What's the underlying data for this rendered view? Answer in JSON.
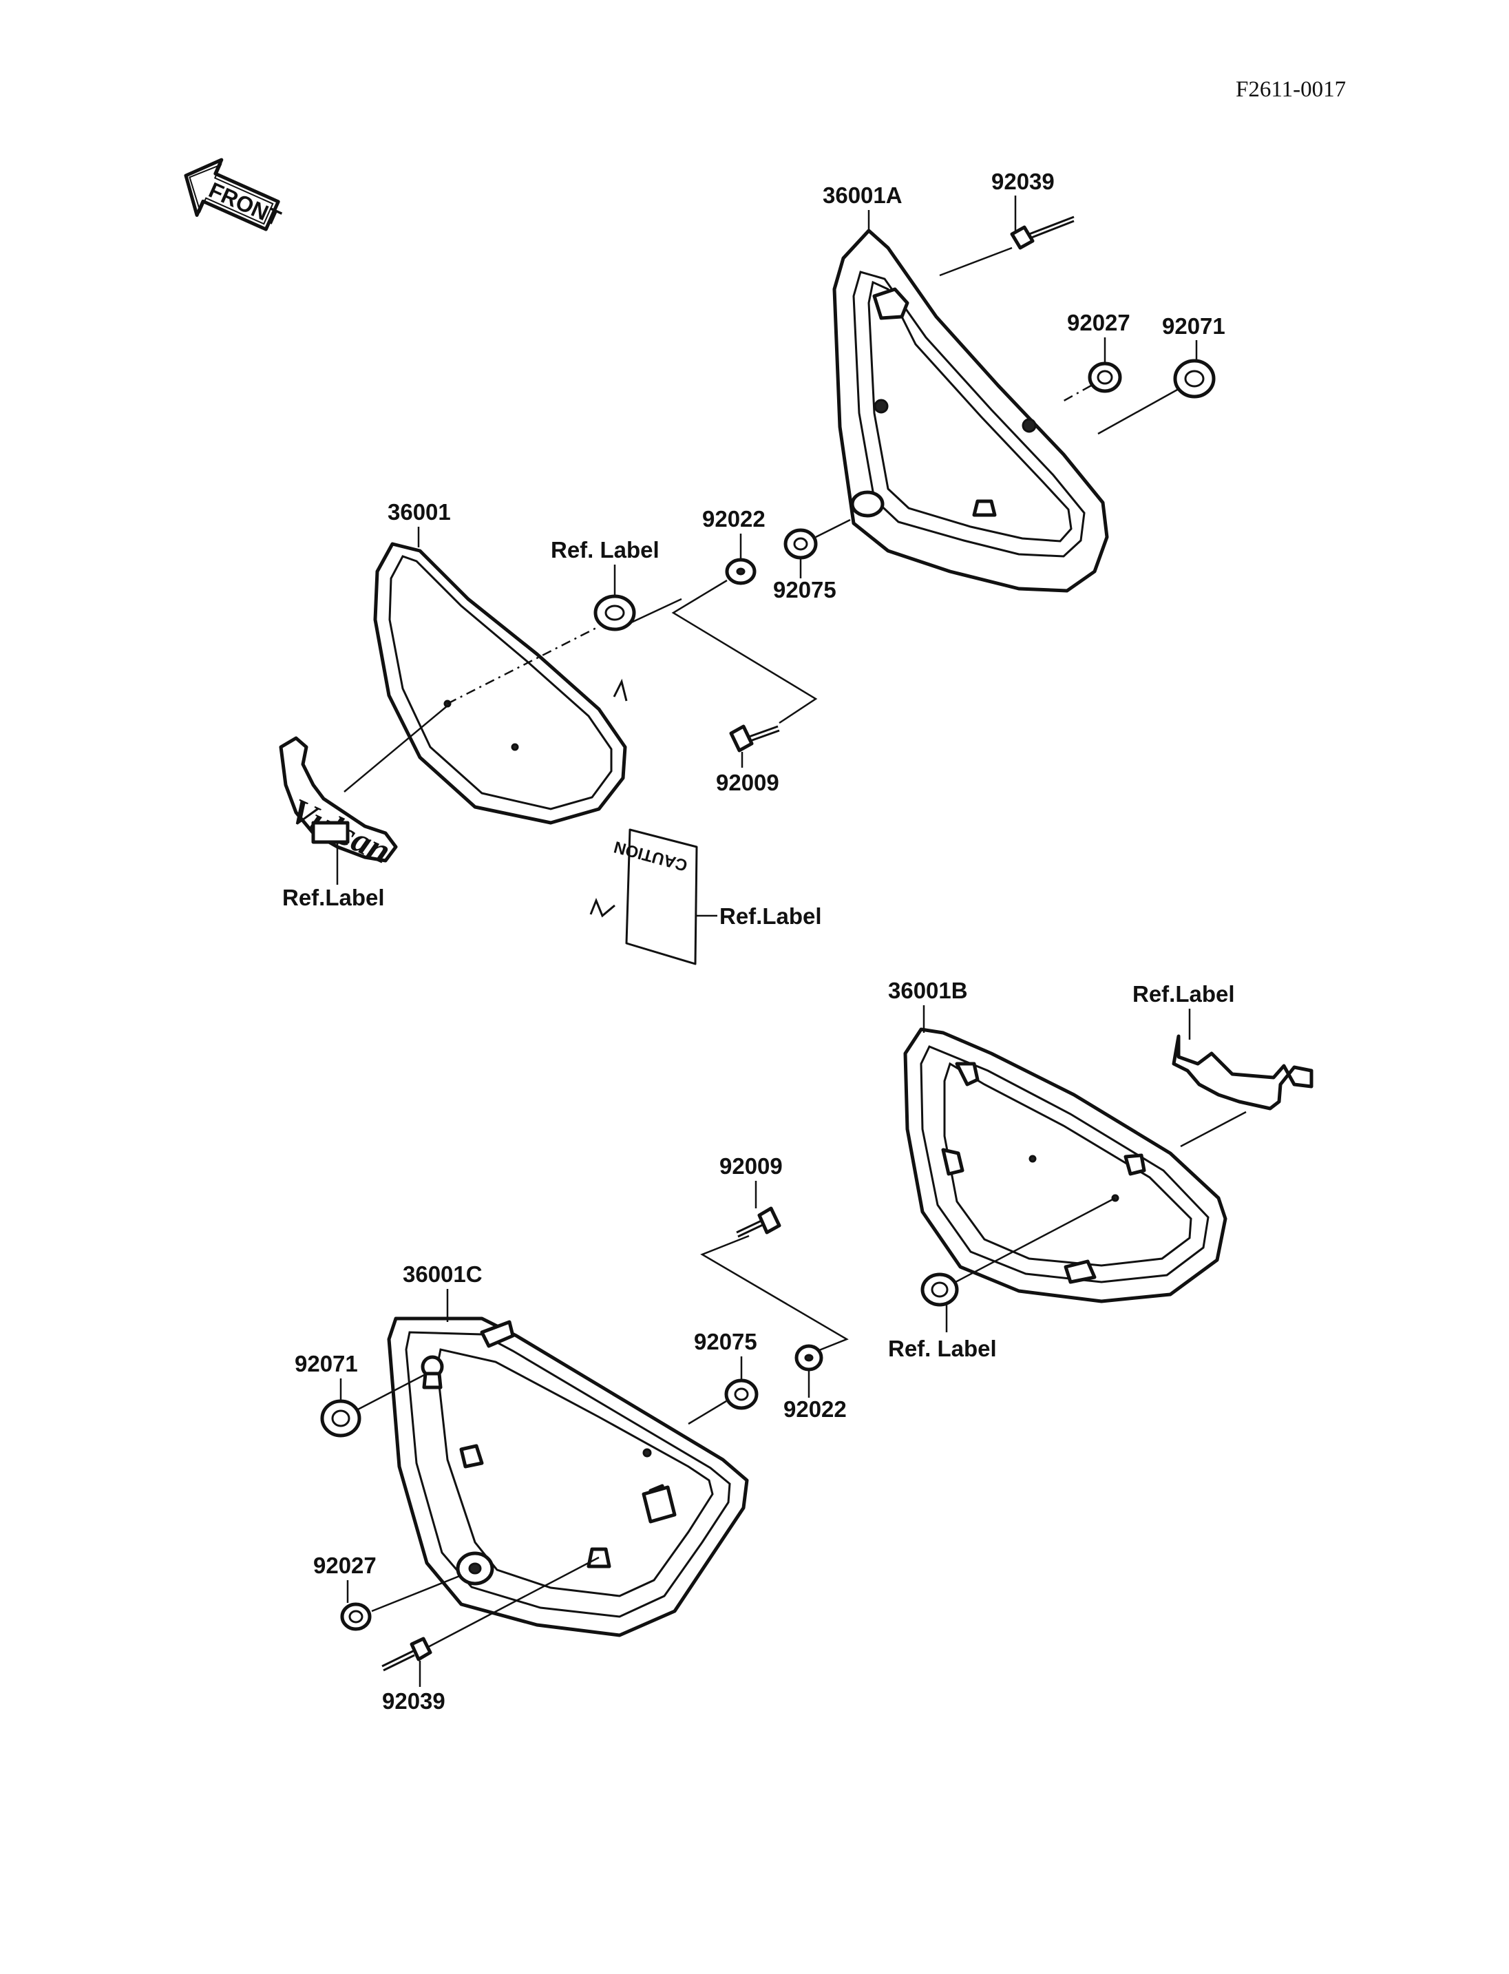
{
  "drawing_code": "F2611-0017",
  "front_arrow": {
    "label": "FRONT",
    "icon": "front-arrow-icon"
  },
  "labels": {
    "p36001A": "36001A",
    "p92039_top": "92039",
    "p92027_top": "92027",
    "p92071_top": "92071",
    "p36001": "36001",
    "ref_grommet_top": "Ref. Label",
    "p92022_top": "92022",
    "p92075_top": "92075",
    "p92009_top": "92009",
    "ref_vulcan": "Ref.Label",
    "ref_caution": "Ref.Label",
    "p36001B": "36001B",
    "ref_emblem": "Ref.Label",
    "ref_grommet_b": "Ref. Label",
    "p92009_bottom": "92009",
    "p36001C": "36001C",
    "p92071_bottom": "92071",
    "p92075_bottom": "92075",
    "p92022_bottom": "92022",
    "p92027_bottom": "92027",
    "p92039_bottom": "92039"
  },
  "decals": {
    "caution_text": "CAUTION",
    "vulcan_text": "Vulcan"
  }
}
